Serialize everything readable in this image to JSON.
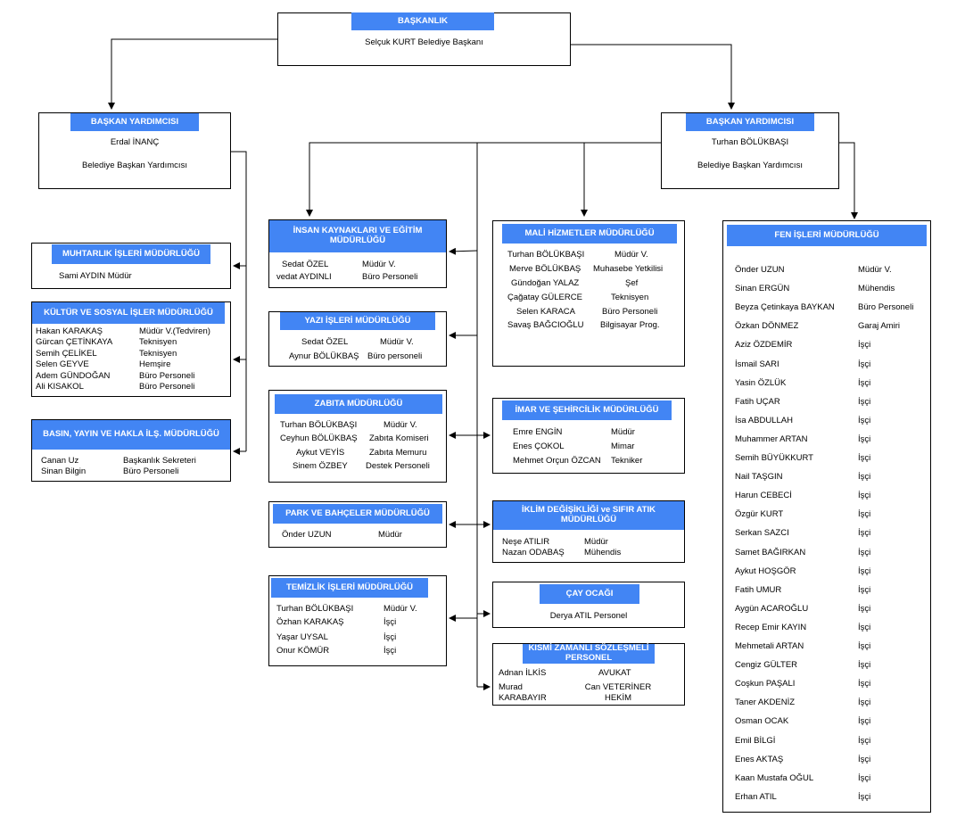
{
  "colors": {
    "header_bg": "#4285f4",
    "header_text": "#ffffff",
    "line": "#000000"
  },
  "baskanlik": {
    "title": "BAŞKANLIK",
    "name": "Selçuk KURT Belediye Başkanı"
  },
  "by_left": {
    "title": "BAŞKAN YARDIMCISI",
    "name": "Erdal İNANÇ",
    "role": "Belediye Başkan Yardımcısı"
  },
  "by_right": {
    "title": "BAŞKAN YARDIMCISI",
    "name": "Turhan BÖLÜKBAŞI",
    "role": "Belediye Başkan Yardımcısı"
  },
  "muhtarlik": {
    "title": "MUHTARLIK İŞLERİ MÜDÜRLÜĞÜ",
    "staff": "Sami AYDIN Müdür"
  },
  "kultur": {
    "title": "KÜLTÜR VE SOSYAL İŞLER MÜDÜRLÜĞÜ",
    "rows": [
      {
        "name": "Hakan KARAKAŞ",
        "role": "Müdür V.(Tedviren)"
      },
      {
        "name": "Gürcan ÇETİNKAYA",
        "role": "Teknisyen"
      },
      {
        "name": "Semih ÇELİKEL",
        "role": "Teknisyen"
      },
      {
        "name": "Selen GEYVE",
        "role": "Hemşire"
      },
      {
        "name": "Adem GÜNDOĞAN",
        "role": "Büro Personeli"
      },
      {
        "name": "Ali KISAKOL",
        "role": "Büro Personeli"
      }
    ]
  },
  "basin": {
    "title": "BASIN, YAYIN VE HAKLA İLŞ. MÜDÜRLÜĞÜ",
    "rows": [
      {
        "name": "Canan Uz",
        "role": "Başkanlık Sekreteri"
      },
      {
        "name": "Sinan Bilgin",
        "role": "Büro Personeli"
      }
    ]
  },
  "insan": {
    "title": "İNSAN KAYNAKLARI VE EĞİTİM MÜDÜRLÜĞÜ",
    "rows": [
      {
        "name": "Sedat ÖZEL",
        "role": "Müdür V."
      },
      {
        "name": "vedat AYDINLI",
        "role": "Büro Personeli"
      }
    ]
  },
  "yazi": {
    "title": "YAZI İŞLERİ MÜDÜRLÜĞÜ",
    "rows": [
      {
        "name": "Sedat ÖZEL",
        "role": "Müdür V."
      },
      {
        "name": "Aynur BÖLÜKBAŞ",
        "role": "Büro personeli"
      }
    ]
  },
  "zabita": {
    "title": "ZABITA MÜDÜRLÜĞÜ",
    "rows": [
      {
        "name": "Turhan BÖLÜKBAŞI",
        "role": "Müdür V."
      },
      {
        "name": "Ceyhun BÖLÜKBAŞ",
        "role": "Zabıta Komiseri"
      },
      {
        "name": "Aykut VEYİS",
        "role": "Zabıta Memuru"
      },
      {
        "name": "Sinem ÖZBEY",
        "role": "Destek Personeli"
      }
    ]
  },
  "park": {
    "title": "PARK VE BAHÇELER MÜDÜRLÜĞÜ",
    "rows": [
      {
        "name": "Önder UZUN",
        "role": "Müdür"
      }
    ]
  },
  "temizlik": {
    "title": "TEMİZLİK İŞLERİ MÜDÜRLÜĞÜ",
    "rows": [
      {
        "name": "Turhan BÖLÜKBAŞI",
        "role": "Müdür V."
      },
      {
        "name": "Özhan KARAKAŞ",
        "role": "İşçi"
      },
      {
        "name": "Yaşar UYSAL",
        "role": "İşçi"
      },
      {
        "name": "Onur KÖMÜR",
        "role": "İşçi"
      }
    ]
  },
  "mali": {
    "title": "MALİ HİZMETLER MÜDÜRLÜĞÜ",
    "rows": [
      {
        "name": "Turhan BÖLÜKBAŞI",
        "role": "Müdür V."
      },
      {
        "name": "Merve BÖLÜKBAŞ",
        "role": "Muhasebe Yetkilisi"
      },
      {
        "name": "Gündoğan YALAZ",
        "role": "Şef"
      },
      {
        "name": "Çağatay GÜLERCE",
        "role": "Teknisyen"
      },
      {
        "name": "Selen KARACA",
        "role": "Büro Personeli"
      },
      {
        "name": "Savaş BAĞCIOĞLU",
        "role": "Bilgisayar Prog."
      }
    ]
  },
  "imar": {
    "title": "İMAR VE ŞEHİRCİLİK MÜDÜRLÜĞÜ",
    "rows": [
      {
        "name": "Emre ENGİN",
        "role": "Müdür"
      },
      {
        "name": "Enes ÇOKOL",
        "role": "Mimar"
      },
      {
        "name": "Mehmet Orçun ÖZCAN",
        "role": "Tekniker"
      }
    ]
  },
  "iklim": {
    "title": "İKLİM DEĞİŞİKLİĞİ ve SIFIR ATIK MÜDÜRLÜĞÜ",
    "rows": [
      {
        "name": "Neşe ATILIR",
        "role": "Müdür"
      },
      {
        "name": "Nazan ODABAŞ",
        "role": "Mühendis"
      }
    ]
  },
  "cay": {
    "title": "ÇAY OCAĞI",
    "staff": "Derya ATIL Personel"
  },
  "kismi": {
    "title": "KISMİ ZAMANLI SÖZLEŞMELİ PERSONEL",
    "rows": [
      {
        "name": "Adnan İLKİS",
        "role": "AVUKAT"
      },
      {
        "name": "Murad KARABAYIR",
        "role": "Can VETERİNER HEKİM"
      }
    ]
  },
  "fen": {
    "title": "FEN İŞLERİ MÜDÜRLÜĞÜ",
    "rows": [
      {
        "name": "Önder UZUN",
        "role": "Müdür V."
      },
      {
        "name": "Sinan ERGÜN",
        "role": "Mühendis"
      },
      {
        "name": "Beyza Çetinkaya BAYKAN",
        "role": "Büro Personeli"
      },
      {
        "name": "Özkan DÖNMEZ",
        "role": "Garaj Amiri"
      },
      {
        "name": "Aziz ÖZDEMİR",
        "role": "İşçi"
      },
      {
        "name": "İsmail SARI",
        "role": "İşçi"
      },
      {
        "name": "Yasin ÖZLÜK",
        "role": "İşçi"
      },
      {
        "name": "Fatih UÇAR",
        "role": "İşçi"
      },
      {
        "name": "İsa ABDULLAH",
        "role": "İşçi"
      },
      {
        "name": "Muhammer ARTAN",
        "role": "İşçi"
      },
      {
        "name": "Semih BÜYÜKKURT",
        "role": "İşçi"
      },
      {
        "name": "Nail TAŞGIN",
        "role": "İşçi"
      },
      {
        "name": "Harun CEBECİ",
        "role": "İşçi"
      },
      {
        "name": "Özgür KURT",
        "role": "İşçi"
      },
      {
        "name": "Serkan SAZCI",
        "role": "İşçi"
      },
      {
        "name": "Samet BAĞIRKAN",
        "role": "İşçi"
      },
      {
        "name": "Aykut HOŞGÖR",
        "role": "İşçi"
      },
      {
        "name": "Fatih UMUR",
        "role": "İşçi"
      },
      {
        "name": "Aygün ACAROĞLU",
        "role": "İşçi"
      },
      {
        "name": "Recep Emir KAYIN",
        "role": "İşçi"
      },
      {
        "name": "Mehmetali ARTAN",
        "role": "İşçi"
      },
      {
        "name": "Cengiz GÜLTER",
        "role": "İşçi"
      },
      {
        "name": "Coşkun PAŞALI",
        "role": "İşçi"
      },
      {
        "name": "Taner AKDENİZ",
        "role": "İşçi"
      },
      {
        "name": "Osman OCAK",
        "role": "İşçi"
      },
      {
        "name": "Emil BİLGİ",
        "role": "İşçi"
      },
      {
        "name": "Enes AKTAŞ",
        "role": "İşçi"
      },
      {
        "name": "Kaan Mustafa OĞUL",
        "role": "İşçi"
      },
      {
        "name": "Erhan  ATIL",
        "role": "İşçi"
      }
    ]
  }
}
